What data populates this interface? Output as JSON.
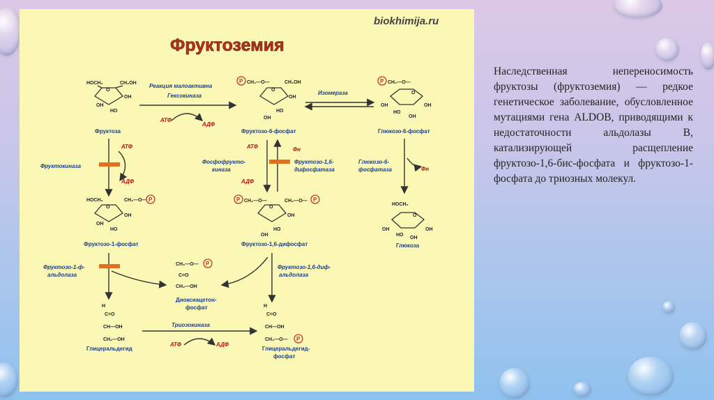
{
  "slide": {
    "title": "Фруктоземия",
    "watermark": "biokhimija.ru",
    "description": "Наследственная непереносимость фруктозы (фруктоземия) — редкое генетическое заболевание, обусловленное мутациями гена ALDOB, приводящими к недостаточности альдолазы B, катализирующей расщепление фруктозо-1,6-бис-фосфата и фруктозо-1-фосфата до триозных молекул."
  },
  "diagram": {
    "molecules": {
      "fructose": "Фруктоза",
      "fructose_6p": "Фруктозо-6-фосфат",
      "glucose_6p": "Глюкозо-6-фосфат",
      "fructose_1p": "Фруктозо-1-фосфат",
      "fructose_16bp": "Фруктозо-1,6-дифосфат",
      "glucose": "Глюкоза",
      "dhap_1": "Диоксиацетон-",
      "dhap_2": "фосфат",
      "glyceraldehyde": "Глицеральдегид",
      "g3p_1": "Глицеральдегид-",
      "g3p_2": "фосфат"
    },
    "enzymes": {
      "hexokinase_note": "Реакция малоактивна",
      "hexokinase": "Гексокиназа",
      "isomerase": "Изомераза",
      "fructokinase": "Фруктокиназа",
      "pfk_1": "Фосфофрукто-",
      "pfk_2": "киназа",
      "fbpase_1": "Фруктозо-1,6-",
      "fbpase_2": "дифосфатаза",
      "g6pase_1": "Глюкозо-6-",
      "g6pase_2": "фосфатаза",
      "aldolase_b_1": "Фруктозо-1-ф-",
      "aldolase_b_2": "альдолаза",
      "aldolase_16_1": "Фруктозо-1,6-диф-",
      "aldolase_16_2": "альдолаза",
      "triokinase": "Триозокиназа"
    },
    "cofactors": {
      "atp": "АТФ",
      "adp": "АДФ",
      "pi": "Фн"
    },
    "atoms": {
      "hoch2": "HOCH₂",
      "ch2oh": "CH₂OH",
      "ch2": "CH₂",
      "oh": "OH",
      "ho": "HO",
      "o": "O",
      "p": "P",
      "ch2_o": "CH₂—O—",
      "c_o": "C=O",
      "ch2_oh": "CH₂—OH",
      "h_c": "H",
      "c_eq_o": "C=O",
      "ch_oh": "CH—OH",
      "ch2_oh_short": "CH₂—OH",
      "ch2_o_p": "CH₂—O—"
    }
  }
}
